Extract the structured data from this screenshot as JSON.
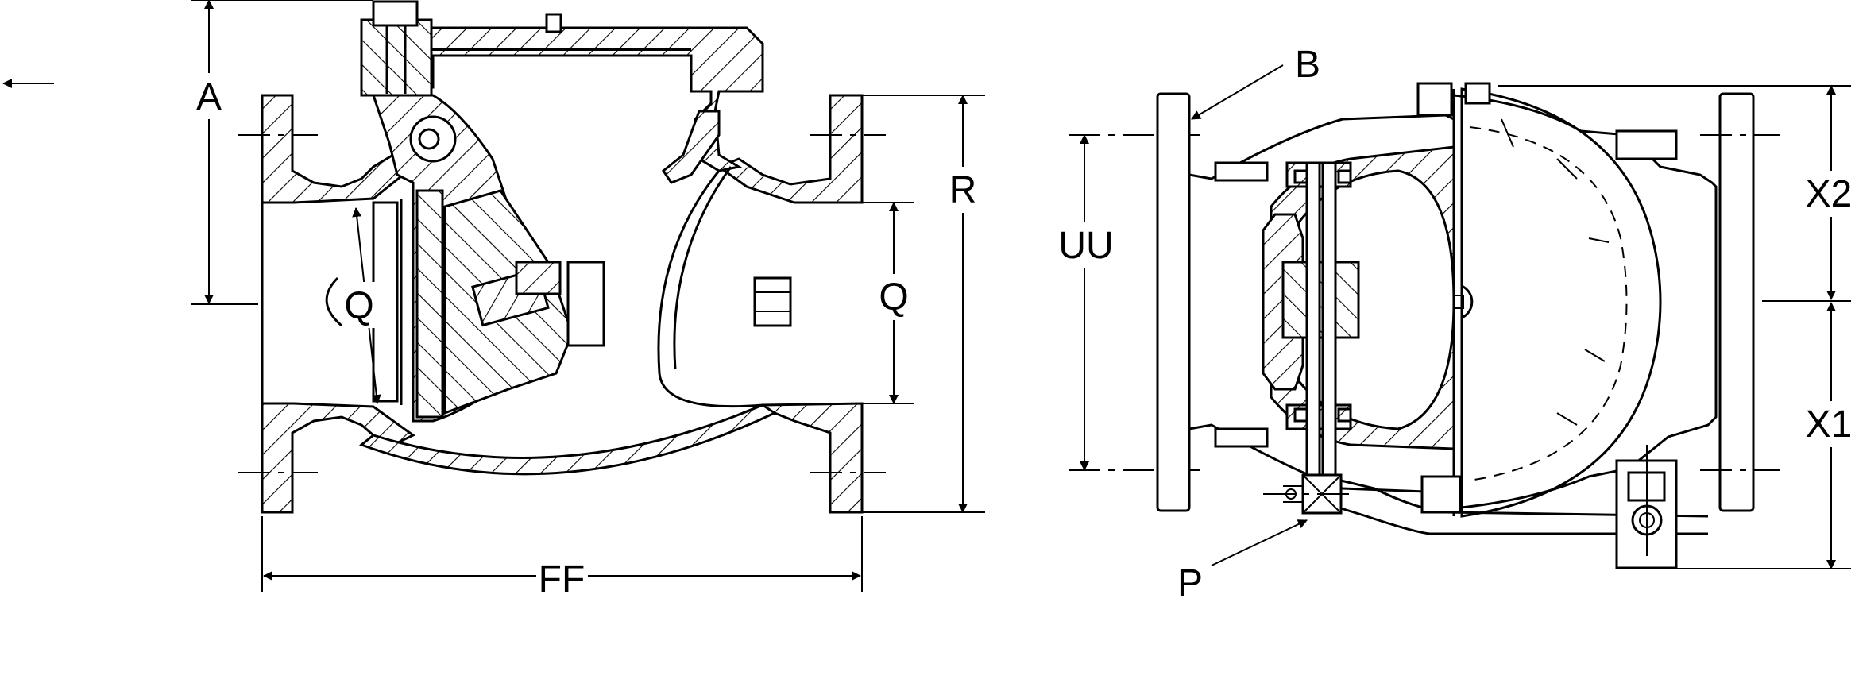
{
  "side_view": {
    "dim_labels": {
      "A": "A",
      "Q_left": "Q",
      "Q_right": "Q",
      "R": "R",
      "FF": "FF"
    }
  },
  "end_view": {
    "dim_labels": {
      "B": "B",
      "UU": "UU",
      "X2": "X2",
      "X1": "X1",
      "P": "P"
    }
  }
}
